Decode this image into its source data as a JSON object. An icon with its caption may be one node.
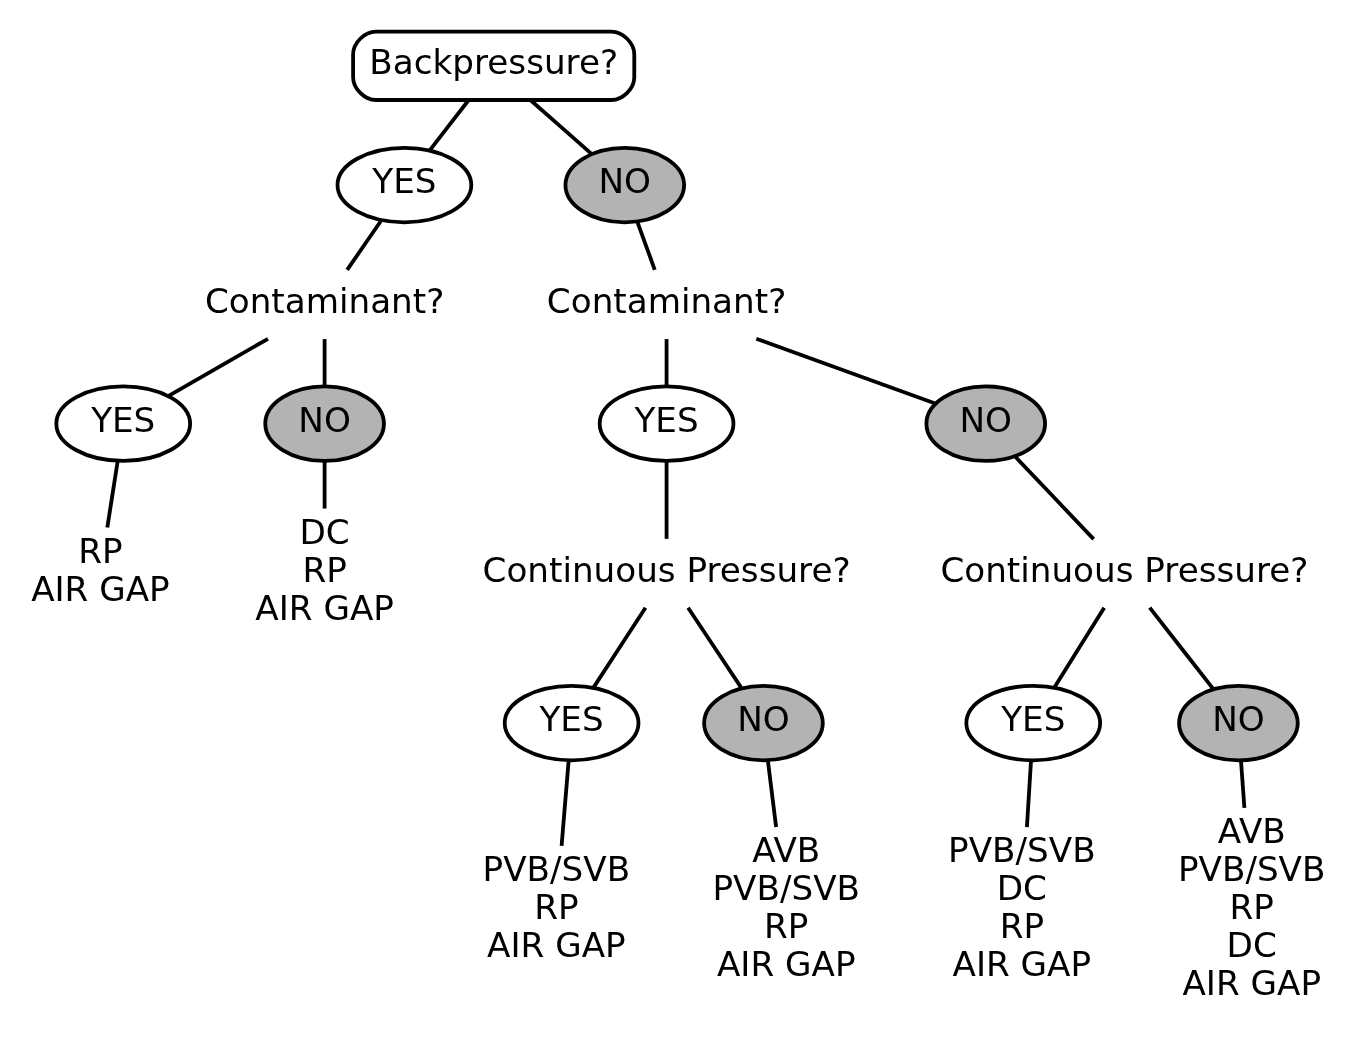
{
  "diagram": {
    "nodes": [
      {
        "text": [
          "Backpressure?"
        ]
      },
      {
        "text": [
          "YES"
        ]
      },
      {
        "text": [
          "NO"
        ]
      },
      {
        "text": [
          "Contaminant?"
        ]
      },
      {
        "text": [
          "Contaminant?"
        ]
      },
      {
        "text": [
          "YES"
        ]
      },
      {
        "text": [
          "NO"
        ]
      },
      {
        "text": [
          "RP",
          "AIR GAP"
        ]
      },
      {
        "text": [
          "DC",
          "RP",
          "AIR GAP"
        ]
      },
      {
        "text": [
          "YES"
        ]
      },
      {
        "text": [
          "NO"
        ]
      },
      {
        "text": [
          "Continuous Pressure?"
        ]
      },
      {
        "text": [
          "Continuous Pressure?"
        ]
      },
      {
        "text": [
          "YES"
        ]
      },
      {
        "text": [
          "NO"
        ]
      },
      {
        "text": [
          "YES"
        ]
      },
      {
        "text": [
          "NO"
        ]
      },
      {
        "text": [
          "PVB/SVB",
          "RP",
          "AIR GAP"
        ]
      },
      {
        "text": [
          "AVB",
          "PVB/SVB",
          "RP",
          "AIR GAP"
        ]
      },
      {
        "text": [
          "PVB/SVB",
          "DC",
          "RP",
          "AIR GAP"
        ]
      },
      {
        "text": [
          "AVB",
          "PVB/SVB",
          "RP",
          "DC",
          "AIR GAP"
        ]
      }
    ],
    "edges": [
      {
        "from": 0,
        "to": 1,
        "arrow": "none"
      },
      {
        "from": 0,
        "to": 2,
        "arrow": "none"
      },
      {
        "from": 1,
        "to": 3,
        "arrow": "none"
      },
      {
        "from": 2,
        "to": 4,
        "arrow": "none"
      },
      {
        "from": 3,
        "to": 5,
        "arrow": "none"
      },
      {
        "from": 3,
        "to": 6,
        "arrow": "none"
      },
      {
        "from": 4,
        "to": 9,
        "arrow": "none"
      },
      {
        "from": 4,
        "to": 10,
        "arrow": "none"
      },
      {
        "from": 5,
        "to": 7,
        "arrow": "none"
      },
      {
        "from": 6,
        "to": 8,
        "arrow": "none"
      },
      {
        "from": 9,
        "to": 11,
        "arrow": "none"
      },
      {
        "from": 10,
        "to": 12,
        "arrow": "none"
      },
      {
        "from": 11,
        "to": 13,
        "arrow": "none"
      },
      {
        "from": 11,
        "to": 14,
        "arrow": "none"
      },
      {
        "from": 12,
        "to": 15,
        "arrow": "none"
      },
      {
        "from": 12,
        "to": 16,
        "arrow": "none"
      },
      {
        "from": 13,
        "to": 17,
        "arrow": "none"
      },
      {
        "from": 14,
        "to": 18,
        "arrow": "none"
      },
      {
        "from": 15,
        "to": 19,
        "arrow": "none"
      },
      {
        "from": 16,
        "to": 20,
        "arrow": "none"
      }
    ]
  }
}
